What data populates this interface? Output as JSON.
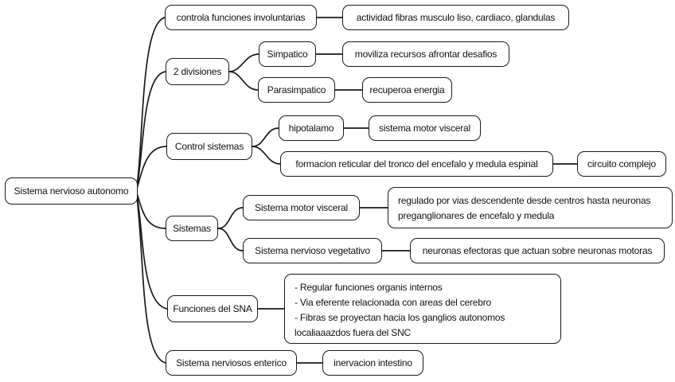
{
  "title": "Sistema nervioso autonomo mind map",
  "colors": {
    "stroke": "#1a1a1a",
    "node_fill": "#ffffff",
    "text": "#111111",
    "background": "#ffffff"
  },
  "root": {
    "label": "Sistema nervioso autonomo"
  },
  "branches": [
    {
      "label": "controla funciones involuntarias",
      "children": [
        {
          "label": "actividad fibras musculo liso, cardiaco, glandulas"
        }
      ]
    },
    {
      "label": "2 divisiones",
      "children": [
        {
          "label": "Simpatico",
          "children": [
            {
              "label": "moviliza recursos afrontar desafios"
            }
          ]
        },
        {
          "label": "Parasimpatico",
          "children": [
            {
              "label": "recuperoa energia"
            }
          ]
        }
      ]
    },
    {
      "label": "Control sistemas",
      "children": [
        {
          "label": "hipotalamo",
          "children": [
            {
              "label": "sistema motor visceral"
            }
          ]
        },
        {
          "label": "formacion reticular del tronco del encefalo y medula espinal",
          "children": [
            {
              "label": "circuito complejo"
            }
          ]
        }
      ]
    },
    {
      "label": "Sistemas",
      "children": [
        {
          "label": "Sistema motor visceral",
          "children": [
            {
              "label": "regulado por vias descendente desde centros hasta neuronas\npreganglionares de encefalo y medula"
            }
          ]
        },
        {
          "label": "Sistema nervioso vegetativo",
          "children": [
            {
              "label": "neuronas efectoras que actuan sobre neuronas motoras"
            }
          ]
        }
      ]
    },
    {
      "label": "Funciones del SNA",
      "children": [
        {
          "label": "- Regular funciones organis internos\n- Via eferente relacionada con areas del cerebro\n- Fibras se proyectan hacia los ganglios autonomos\nlocaliaaazdos fuera del SNC"
        }
      ]
    },
    {
      "label": "Sistema nerviosos enterico",
      "children": [
        {
          "label": "inervacion intestino"
        }
      ]
    }
  ]
}
